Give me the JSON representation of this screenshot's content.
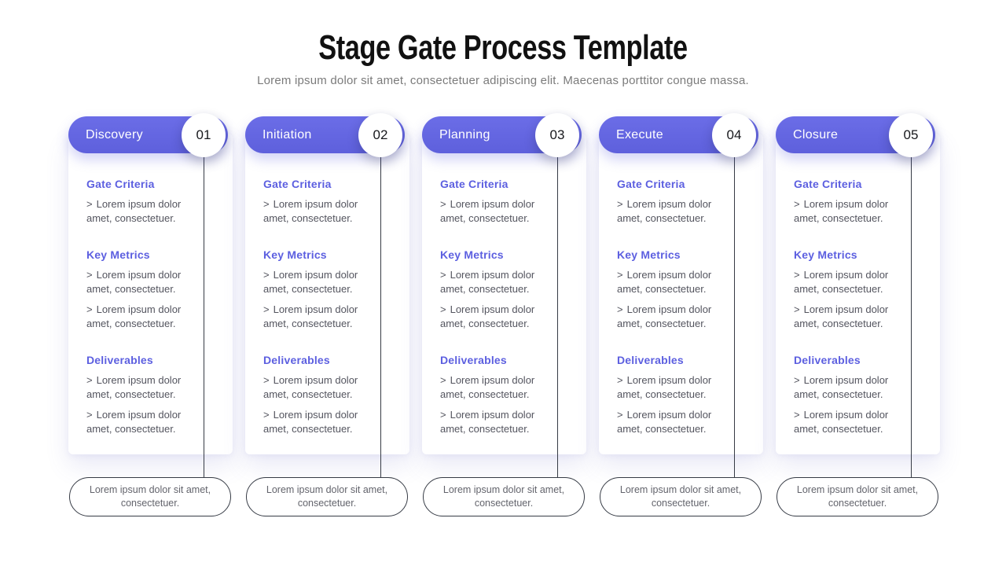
{
  "header": {
    "title": "Stage Gate Process Template",
    "subtitle": "Lorem ipsum dolor sit amet, consectetuer adipiscing elit. Maecenas porttitor congue massa."
  },
  "theme": {
    "accent": "#6266e0",
    "section_heading_color": "#5c5fe0",
    "body_text_color": "#54555f",
    "connector_color": "#363b45",
    "subtitle_color": "#7b7b7b"
  },
  "bullet_glyph": ">",
  "stages": [
    {
      "name": "Discovery",
      "number": "01",
      "footnote": "Lorem ipsum dolor sit amet, consectetuer.",
      "sections": [
        {
          "title": "Gate Criteria",
          "items": [
            "Lorem ipsum dolor amet, consectetuer."
          ]
        },
        {
          "title": "Key Metrics",
          "items": [
            "Lorem ipsum dolor amet, consectetuer.",
            "Lorem ipsum dolor amet, consectetuer."
          ]
        },
        {
          "title": "Deliverables",
          "items": [
            "Lorem ipsum dolor amet, consectetuer.",
            "Lorem ipsum dolor amet, consectetuer."
          ]
        }
      ]
    },
    {
      "name": "Initiation",
      "number": "02",
      "footnote": "Lorem ipsum dolor sit amet, consectetuer.",
      "sections": [
        {
          "title": "Gate Criteria",
          "items": [
            "Lorem ipsum dolor amet, consectetuer."
          ]
        },
        {
          "title": "Key Metrics",
          "items": [
            "Lorem ipsum dolor amet, consectetuer.",
            "Lorem ipsum dolor amet, consectetuer."
          ]
        },
        {
          "title": "Deliverables",
          "items": [
            "Lorem ipsum dolor amet, consectetuer.",
            "Lorem ipsum dolor amet, consectetuer."
          ]
        }
      ]
    },
    {
      "name": "Planning",
      "number": "03",
      "footnote": "Lorem ipsum dolor sit amet, consectetuer.",
      "sections": [
        {
          "title": "Gate Criteria",
          "items": [
            "Lorem ipsum dolor amet, consectetuer."
          ]
        },
        {
          "title": "Key Metrics",
          "items": [
            "Lorem ipsum dolor amet, consectetuer.",
            "Lorem ipsum dolor amet, consectetuer."
          ]
        },
        {
          "title": "Deliverables",
          "items": [
            "Lorem ipsum dolor amet, consectetuer.",
            "Lorem ipsum dolor amet, consectetuer."
          ]
        }
      ]
    },
    {
      "name": "Execute",
      "number": "04",
      "footnote": "Lorem ipsum dolor sit amet, consectetuer.",
      "sections": [
        {
          "title": "Gate Criteria",
          "items": [
            "Lorem ipsum dolor amet, consectetuer."
          ]
        },
        {
          "title": "Key Metrics",
          "items": [
            "Lorem ipsum dolor amet, consectetuer.",
            "Lorem ipsum dolor amet, consectetuer."
          ]
        },
        {
          "title": "Deliverables",
          "items": [
            "Lorem ipsum dolor amet, consectetuer.",
            "Lorem ipsum dolor amet, consectetuer."
          ]
        }
      ]
    },
    {
      "name": "Closure",
      "number": "05",
      "footnote": "Lorem ipsum dolor sit amet, consectetuer.",
      "sections": [
        {
          "title": "Gate Criteria",
          "items": [
            "Lorem ipsum dolor amet, consectetuer."
          ]
        },
        {
          "title": "Key Metrics",
          "items": [
            "Lorem ipsum dolor amet, consectetuer.",
            "Lorem ipsum dolor amet, consectetuer."
          ]
        },
        {
          "title": "Deliverables",
          "items": [
            "Lorem ipsum dolor amet, consectetuer.",
            "Lorem ipsum dolor amet, consectetuer."
          ]
        }
      ]
    }
  ]
}
